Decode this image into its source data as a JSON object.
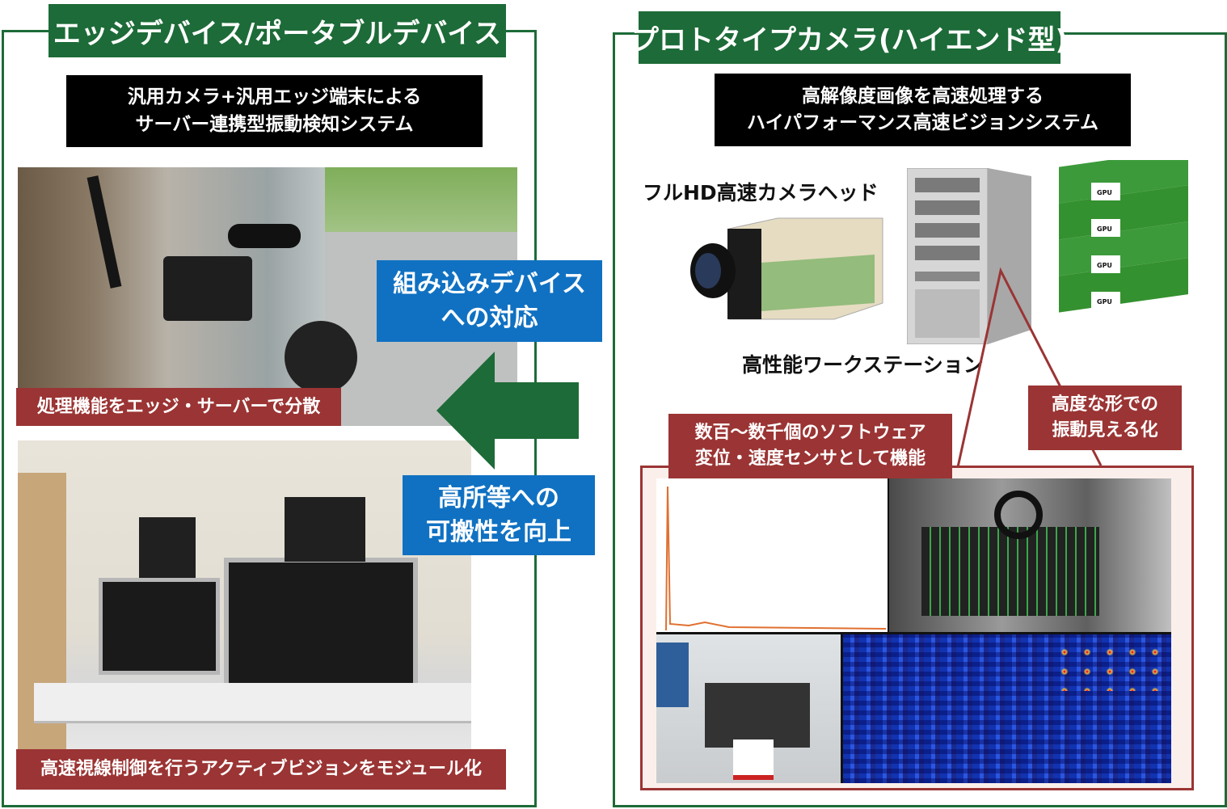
{
  "left": {
    "title": "エッジデバイス/ポータブルデバイス",
    "subtitle_lines": [
      "汎用カメラ+汎用エッジ端末による",
      "サーバー連携型振動検知システム"
    ],
    "photo1_caption": "処理機能をエッジ・サーバーで分散",
    "photo2_caption": "高速視線制御を行うアクティブビジョンをモジュール化",
    "callout1_lines": [
      "組み込みデバイス",
      "への対応"
    ],
    "callout2_lines": [
      "高所等への",
      "可搬性を向上"
    ]
  },
  "right": {
    "title": "プロトタイプカメラ(ハイエンド型)",
    "subtitle_lines": [
      "高解像度画像を高速処理する",
      "ハイパフォーマンス高速ビジョンシステム"
    ],
    "camera_label": "フルHD高速カメラヘッド",
    "workstation_label": "高性能ワークステーション",
    "gpu_label": "GPU",
    "callout_software_lines": [
      "数百～数千個のソフトウェア",
      "変位・速度センサとして機能"
    ],
    "callout_visual_lines": [
      "高度な形での",
      "振動見える化"
    ]
  },
  "colors": {
    "green": "#1d6b38",
    "red": "#9b3434",
    "blue": "#1071c2",
    "black": "#000000"
  }
}
